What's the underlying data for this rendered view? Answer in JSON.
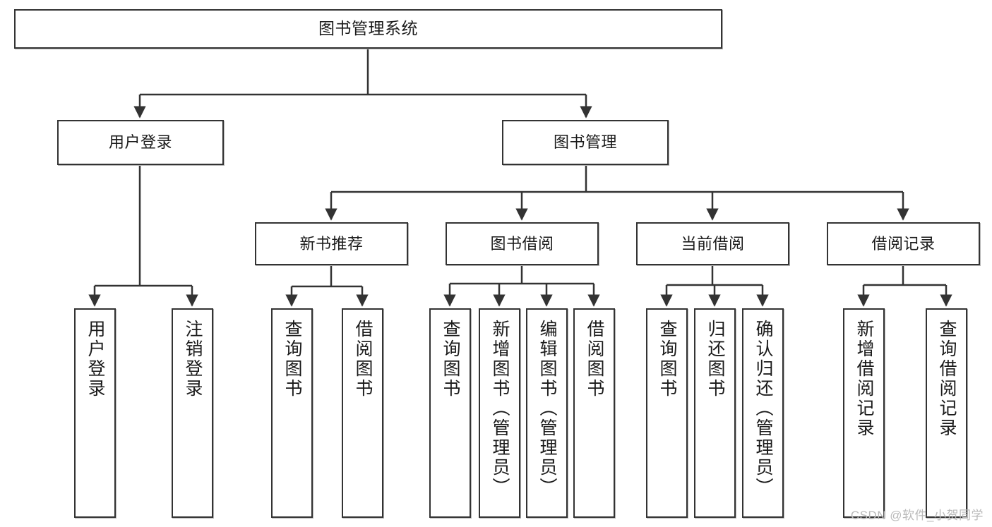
{
  "diagram": {
    "title": "图书管理系统",
    "type": "tree",
    "watermark": "CSDN @软件_小贺同学",
    "colors": {
      "node_border": "#333333",
      "node_fill": "#ffffff",
      "edge": "#333333",
      "text": "#1b1b1b",
      "watermark": "#b9b9b9"
    },
    "nodes": {
      "root": {
        "label": "图书管理系统"
      },
      "level1": [
        {
          "id": "user-login",
          "label": "用户登录"
        },
        {
          "id": "book-manage",
          "label": "图书管理"
        }
      ],
      "level2": [
        {
          "id": "new-book-rec",
          "label": "新书推荐"
        },
        {
          "id": "book-borrow",
          "label": "图书借阅"
        },
        {
          "id": "current-borrow",
          "label": "当前借阅"
        },
        {
          "id": "borrow-record",
          "label": "借阅记录"
        }
      ],
      "leaves": {
        "user-login": [
          {
            "id": "leaf-user-login",
            "label": "用户登录"
          },
          {
            "id": "leaf-logout",
            "label": "注销登录"
          }
        ],
        "new-book-rec": [
          {
            "id": "leaf-query-book-1",
            "label": "查询图书"
          },
          {
            "id": "leaf-borrow-book-1",
            "label": "借阅图书"
          }
        ],
        "book-borrow": [
          {
            "id": "leaf-query-book-2",
            "label": "查询图书"
          },
          {
            "id": "leaf-add-book",
            "label": "新增图书（管理员）"
          },
          {
            "id": "leaf-edit-book",
            "label": "编辑图书（管理员）"
          },
          {
            "id": "leaf-borrow-book-2",
            "label": "借阅图书"
          }
        ],
        "current-borrow": [
          {
            "id": "leaf-query-book-3",
            "label": "查询图书"
          },
          {
            "id": "leaf-return-book",
            "label": "归还图书"
          },
          {
            "id": "leaf-confirm-return",
            "label": "确认归还（管理员）"
          }
        ],
        "borrow-record": [
          {
            "id": "leaf-add-record",
            "label": "新增借阅记录"
          },
          {
            "id": "leaf-query-record",
            "label": "查询借阅记录"
          }
        ]
      }
    }
  }
}
